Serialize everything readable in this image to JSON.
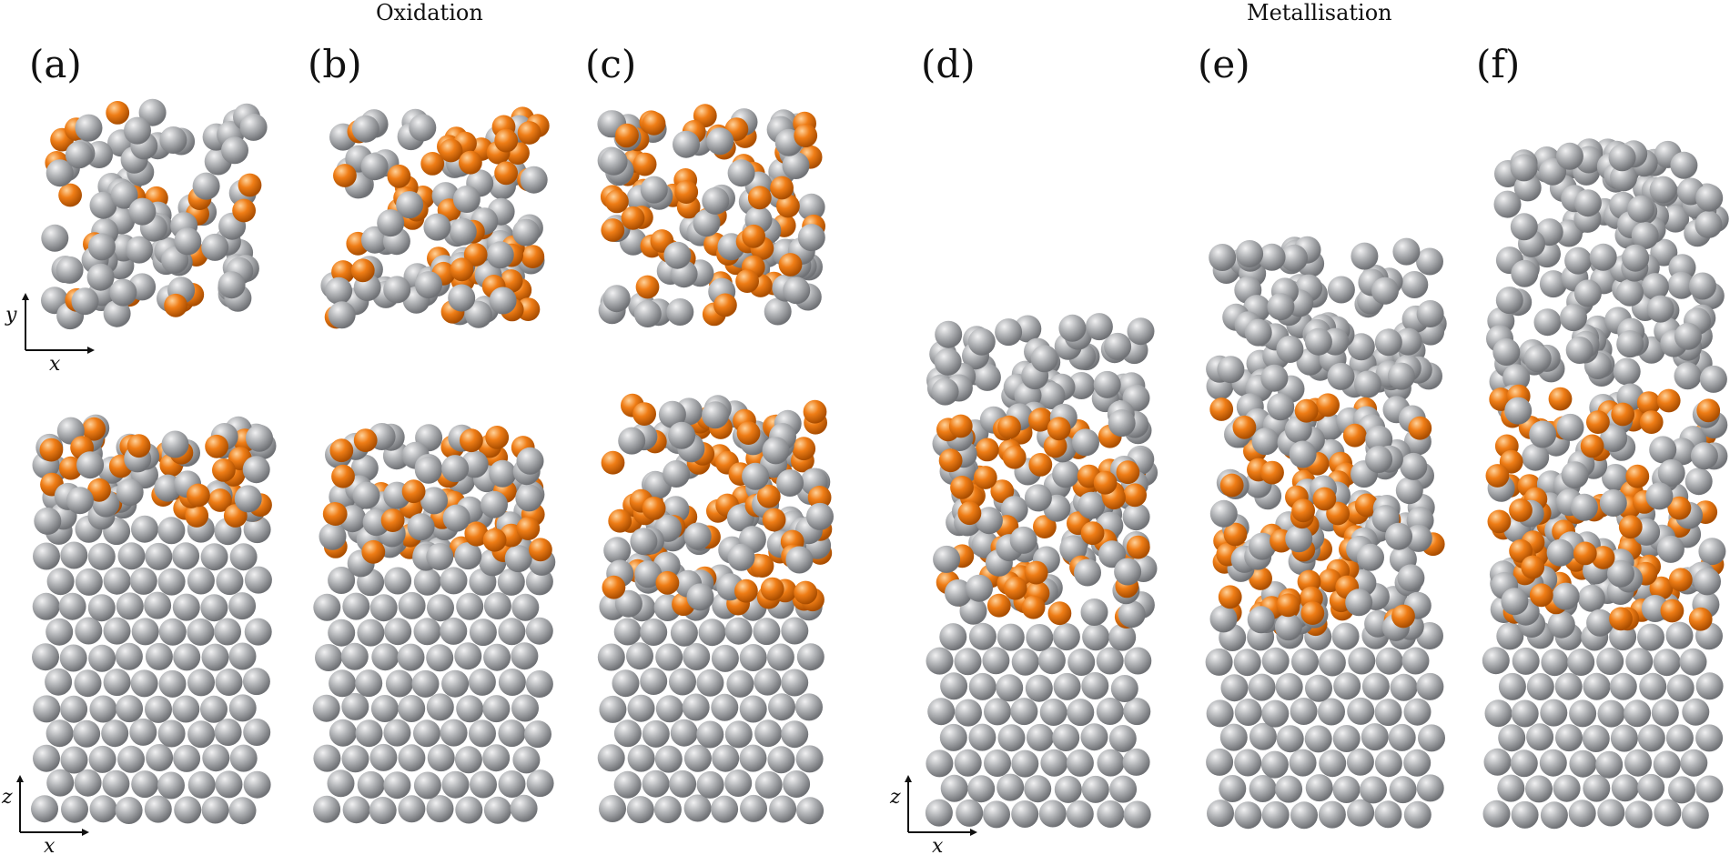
{
  "figure": {
    "section_titles": {
      "oxidation": "Oxidation",
      "metallisation": "Metallisation"
    },
    "panel_labels": [
      "(a)",
      "(b)",
      "(c)",
      "(d)",
      "(e)",
      "(f)"
    ],
    "axis_labels": {
      "top_view": {
        "horizontal": "x",
        "vertical": "y"
      },
      "side_view": {
        "horizontal": "x",
        "vertical": "z"
      }
    },
    "colors": {
      "metal_atom": "#a9abae",
      "oxygen_atom": "#ef7d16",
      "background": "#ffffff"
    }
  }
}
